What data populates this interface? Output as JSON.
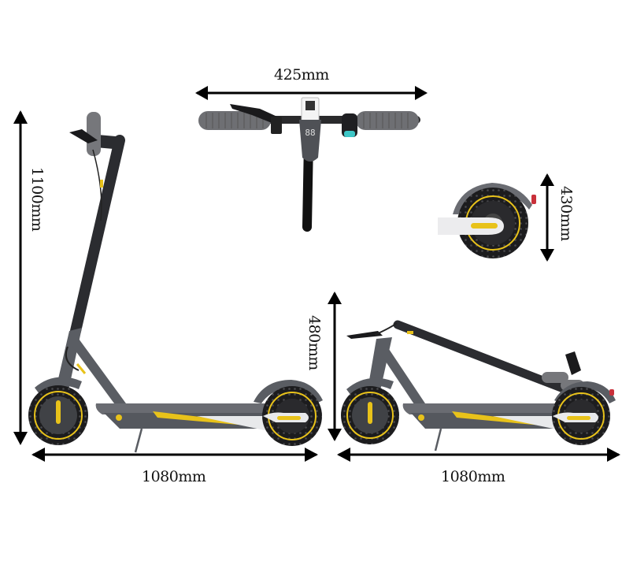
{
  "dimensions": {
    "handlebar_width": "425mm",
    "total_height": "1100mm",
    "wheel_diameter": "430mm",
    "folded_height": "480mm",
    "unfolded_length": "1080mm",
    "folded_length": "1080mm"
  },
  "colors": {
    "frame": "#5a5d63",
    "stem": "#2b2c30",
    "accent_yellow": "#e8c21a",
    "tire": "#1c1c1e",
    "deck_white": "#e8e9eb",
    "arrow": "#000000"
  },
  "display": {
    "speed_digits": "88"
  }
}
